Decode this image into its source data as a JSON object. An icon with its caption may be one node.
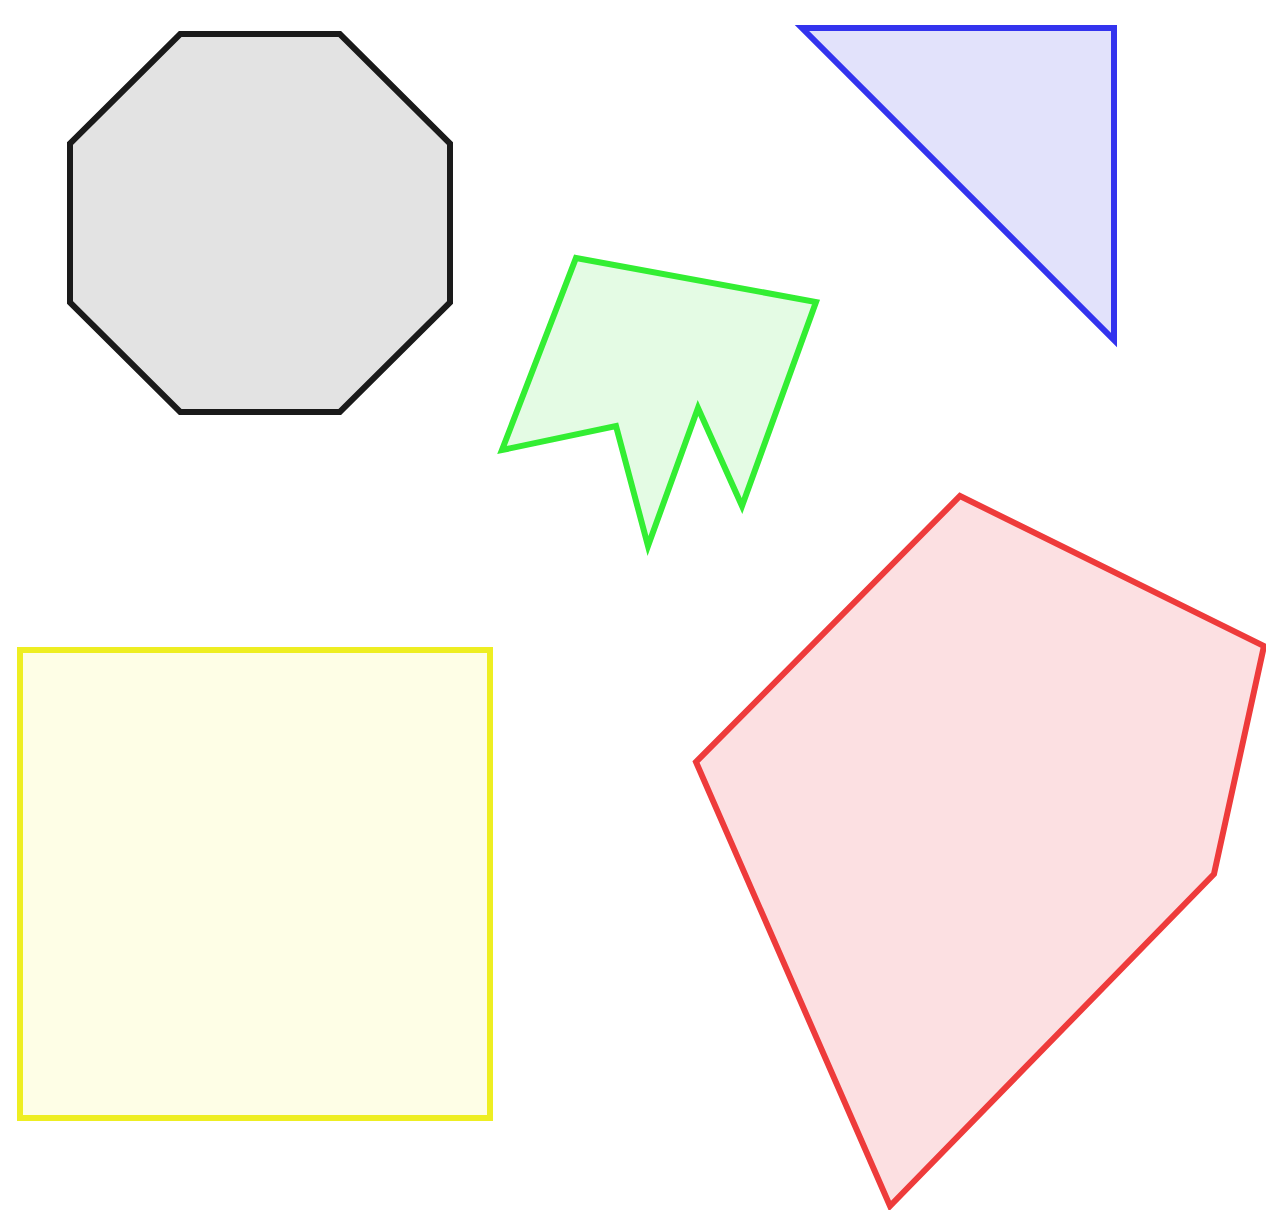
{
  "diagram": {
    "nodes": [
      {
        "text": [],
        "shape": "octagon"
      },
      {
        "text": [],
        "shape": "triangle"
      },
      {
        "text": [],
        "shape": "polygon"
      },
      {
        "text": [],
        "shape": "square"
      },
      {
        "text": [],
        "shape": "pentagon"
      }
    ]
  }
}
